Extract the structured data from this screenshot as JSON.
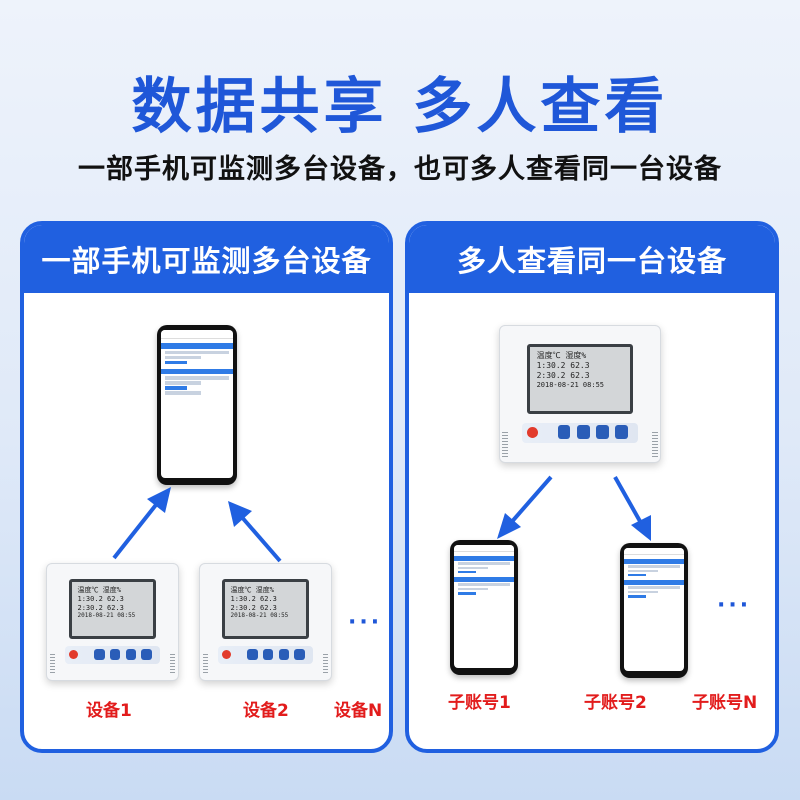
{
  "header": {
    "title": "数据共享  多人查看",
    "subtitle": "一部手机可监测多台设备，也可多人查看同一台设备"
  },
  "left_panel": {
    "title": "一部手机可监测多台设备",
    "devices": [
      "设备1",
      "设备2",
      "设备N"
    ],
    "more": "···"
  },
  "right_panel": {
    "title": "多人查看同一台设备",
    "accounts": [
      "子账号1",
      "子账号2",
      "子账号N"
    ],
    "more": "···"
  },
  "device_screen": {
    "line1": "温度℃ 湿度%",
    "line2": "1:30.2 62.3",
    "line3": "2:30.2 62.3",
    "line4": "2018-08-21 08:55"
  },
  "colors": {
    "accent": "#2060e0",
    "title": "#1f57d8",
    "caption": "#e21c1c"
  }
}
